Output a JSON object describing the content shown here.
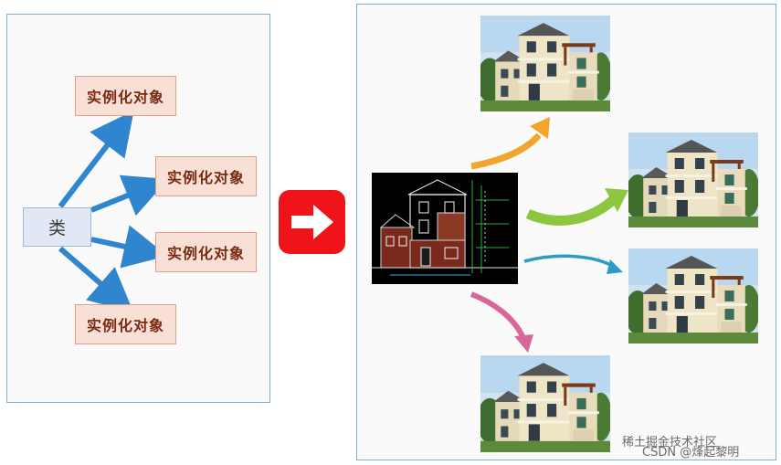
{
  "left": {
    "class_label": "类",
    "instance_label": "实例化对象",
    "instances": [
      "实例化对象",
      "实例化对象",
      "实例化对象",
      "实例化对象"
    ]
  },
  "watermark": {
    "line1": "稀土掘金技术社区",
    "line2": "CSDN @烽起黎明"
  },
  "colors": {
    "left_arrow": "#2f86cf",
    "arrow_orange": "#f3a42a",
    "arrow_green": "#8dc63f",
    "arrow_teal": "#2e9bc2",
    "arrow_pink": "#d9679b",
    "transform_button": "#f0141a"
  },
  "icons": [
    "right-arrow-icon"
  ]
}
